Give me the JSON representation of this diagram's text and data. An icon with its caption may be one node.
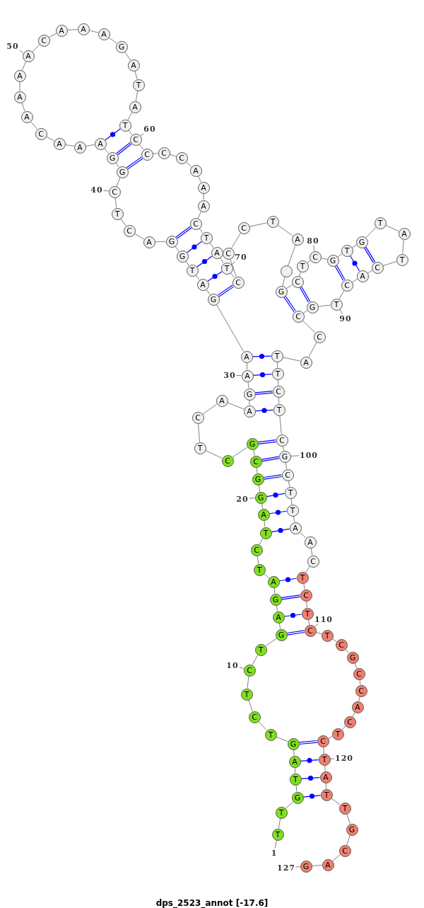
{
  "diagram": {
    "title": "dps_2523_annot [-17.6]",
    "nodes": [
      {
        "text": [
          "T"
        ]
      },
      {
        "text": [
          "T"
        ]
      },
      {
        "text": [
          "G"
        ]
      },
      {
        "text": [
          "T"
        ]
      },
      {
        "text": [
          "A"
        ]
      },
      {
        "text": [
          "G"
        ]
      },
      {
        "text": [
          "T"
        ]
      },
      {
        "text": [
          "C"
        ]
      },
      {
        "text": [
          "T"
        ]
      },
      {
        "text": [
          "C"
        ]
      },
      {
        "text": [
          "T"
        ]
      },
      {
        "text": [
          "G"
        ]
      },
      {
        "text": [
          "A"
        ]
      },
      {
        "text": [
          "G"
        ]
      },
      {
        "text": [
          "A"
        ]
      },
      {
        "text": [
          "T"
        ]
      },
      {
        "text": [
          "C"
        ]
      },
      {
        "text": [
          "T"
        ]
      },
      {
        "text": [
          "A"
        ]
      },
      {
        "text": [
          "G"
        ]
      },
      {
        "text": [
          "G"
        ]
      },
      {
        "text": [
          "C"
        ]
      },
      {
        "text": [
          "G"
        ]
      },
      {
        "text": [
          "C"
        ]
      },
      {
        "text": [
          "T"
        ]
      },
      {
        "text": [
          "C"
        ]
      },
      {
        "text": [
          "A"
        ]
      },
      {
        "text": [
          "A"
        ]
      },
      {
        "text": [
          "G"
        ]
      },
      {
        "text": [
          "A"
        ]
      },
      {
        "text": [
          "A"
        ]
      },
      {
        "text": [
          "G"
        ]
      },
      {
        "text": [
          "A"
        ]
      },
      {
        "text": [
          "T"
        ]
      },
      {
        "text": [
          "G"
        ]
      },
      {
        "text": [
          "G"
        ]
      },
      {
        "text": [
          "A"
        ]
      },
      {
        "text": [
          "C"
        ]
      },
      {
        "text": [
          "T"
        ]
      },
      {
        "text": [
          "C"
        ]
      },
      {
        "text": [
          "G"
        ]
      },
      {
        "text": [
          "G"
        ]
      },
      {
        "text": [
          "A"
        ]
      },
      {
        "text": [
          "A"
        ]
      },
      {
        "text": [
          "A"
        ]
      },
      {
        "text": [
          "C"
        ]
      },
      {
        "text": [
          "A"
        ]
      },
      {
        "text": [
          "A"
        ]
      },
      {
        "text": [
          "A"
        ]
      },
      {
        "text": [
          "A"
        ]
      },
      {
        "text": [
          "C"
        ]
      },
      {
        "text": [
          "A"
        ]
      },
      {
        "text": [
          "A"
        ]
      },
      {
        "text": [
          "A"
        ]
      },
      {
        "text": [
          "G"
        ]
      },
      {
        "text": [
          "A"
        ]
      },
      {
        "text": [
          "T"
        ]
      },
      {
        "text": [
          "A"
        ]
      },
      {
        "text": [
          "T"
        ]
      },
      {
        "text": [
          "C"
        ]
      },
      {
        "text": [
          "C"
        ]
      },
      {
        "text": [
          "C"
        ]
      },
      {
        "text": [
          "C"
        ]
      },
      {
        "text": [
          "A"
        ]
      },
      {
        "text": [
          "A"
        ]
      },
      {
        "text": [
          "A"
        ]
      },
      {
        "text": [
          "C"
        ]
      },
      {
        "text": [
          "T"
        ]
      },
      {
        "text": [
          "A"
        ]
      },
      {
        "text": [
          "T"
        ]
      },
      {
        "text": [
          "C"
        ]
      },
      {
        "text": [
          "C"
        ]
      },
      {
        "text": [
          "C"
        ]
      },
      {
        "text": [
          "T"
        ]
      },
      {
        "text": [
          "A"
        ]
      },
      {
        "text": [],
        "shape": "circle"
      },
      {
        "text": [
          "G"
        ]
      },
      {
        "text": [
          "C"
        ]
      },
      {
        "text": [
          "T"
        ]
      },
      {
        "text": [
          "C"
        ]
      },
      {
        "text": [
          "G"
        ]
      },
      {
        "text": [
          "T"
        ]
      },
      {
        "text": [
          "G"
        ]
      },
      {
        "text": [
          "T"
        ]
      },
      {
        "text": [
          "A"
        ]
      },
      {
        "text": [
          "T"
        ]
      },
      {
        "text": [
          "C"
        ]
      },
      {
        "text": [
          "A"
        ]
      },
      {
        "text": [
          "C"
        ]
      },
      {
        "text": [
          "T"
        ]
      },
      {
        "text": [
          "G"
        ]
      },
      {
        "text": [
          "C"
        ]
      },
      {
        "text": [
          "C"
        ]
      },
      {
        "text": [
          "A"
        ]
      },
      {
        "text": [
          "T"
        ]
      },
      {
        "text": [
          "T"
        ]
      },
      {
        "text": [
          "C"
        ]
      },
      {
        "text": [
          "T"
        ]
      },
      {
        "text": [
          "C"
        ]
      },
      {
        "text": [
          "G"
        ]
      },
      {
        "text": [
          "C"
        ]
      },
      {
        "text": [
          "T"
        ]
      },
      {
        "text": [
          "T"
        ]
      },
      {
        "text": [
          "A"
        ]
      },
      {
        "text": [
          "A"
        ]
      },
      {
        "text": [
          "C"
        ]
      },
      {
        "text": [
          "T"
        ]
      },
      {
        "text": [
          "C"
        ]
      },
      {
        "text": [
          "T"
        ]
      },
      {
        "text": [
          "C"
        ]
      },
      {
        "text": [
          "T"
        ]
      },
      {
        "text": [
          "C"
        ]
      },
      {
        "text": [
          "G"
        ]
      },
      {
        "text": [
          "C"
        ]
      },
      {
        "text": [
          "C"
        ]
      },
      {
        "text": [
          "A"
        ]
      },
      {
        "text": [
          "C"
        ]
      },
      {
        "text": [
          "T"
        ]
      },
      {
        "text": [
          "C"
        ]
      },
      {
        "text": [
          "T"
        ]
      },
      {
        "text": [
          "A"
        ]
      },
      {
        "text": [
          "T"
        ]
      },
      {
        "text": [
          "T"
        ]
      },
      {
        "text": [
          "G"
        ]
      },
      {
        "text": [
          "C"
        ]
      },
      {
        "text": [
          "A"
        ]
      },
      {
        "text": [
          "G"
        ]
      },
      {
        "text": [
          "1"
        ]
      },
      {
        "text": [
          "10"
        ]
      },
      {
        "text": [
          "20"
        ]
      },
      {
        "text": [
          "30"
        ]
      },
      {
        "text": [
          "40"
        ]
      },
      {
        "text": [
          "50"
        ]
      },
      {
        "text": [
          "60"
        ]
      },
      {
        "text": [
          "70"
        ]
      },
      {
        "text": [
          "80"
        ]
      },
      {
        "text": [
          "90"
        ]
      },
      {
        "text": [
          "100"
        ]
      },
      {
        "text": [
          "110"
        ]
      },
      {
        "text": [
          "120"
        ]
      },
      {
        "text": [
          "127"
        ]
      }
    ],
    "edges": [
      {
        "from": 0,
        "to": 1,
        "arrow": "none"
      },
      {
        "from": 1,
        "to": 2,
        "arrow": "none"
      },
      {
        "from": 2,
        "to": 3,
        "arrow": "none"
      },
      {
        "from": 3,
        "to": 4,
        "arrow": "none"
      },
      {
        "from": 4,
        "to": 5,
        "arrow": "none"
      },
      {
        "from": 5,
        "to": 6,
        "arrow": "none"
      },
      {
        "from": 6,
        "to": 7,
        "arrow": "none"
      },
      {
        "from": 7,
        "to": 8,
        "arrow": "none"
      },
      {
        "from": 8,
        "to": 9,
        "arrow": "none"
      },
      {
        "from": 9,
        "to": 10,
        "arrow": "none"
      },
      {
        "from": 10,
        "to": 11,
        "arrow": "none"
      },
      {
        "from": 11,
        "to": 12,
        "arrow": "none"
      },
      {
        "from": 12,
        "to": 13,
        "arrow": "none"
      },
      {
        "from": 13,
        "to": 14,
        "arrow": "none"
      },
      {
        "from": 14,
        "to": 15,
        "arrow": "none"
      },
      {
        "from": 15,
        "to": 16,
        "arrow": "none"
      },
      {
        "from": 16,
        "to": 17,
        "arrow": "none"
      },
      {
        "from": 17,
        "to": 18,
        "arrow": "none"
      },
      {
        "from": 18,
        "to": 19,
        "arrow": "none"
      },
      {
        "from": 19,
        "to": 20,
        "arrow": "none"
      },
      {
        "from": 20,
        "to": 21,
        "arrow": "none"
      },
      {
        "from": 21,
        "to": 22,
        "arrow": "none"
      },
      {
        "from": 22,
        "to": 23,
        "arrow": "none"
      },
      {
        "from": 23,
        "to": 24,
        "arrow": "none"
      },
      {
        "from": 24,
        "to": 25,
        "arrow": "none"
      },
      {
        "from": 25,
        "to": 26,
        "arrow": "none"
      },
      {
        "from": 26,
        "to": 27,
        "arrow": "none"
      },
      {
        "from": 27,
        "to": 28,
        "arrow": "none"
      },
      {
        "from": 28,
        "to": 29,
        "arrow": "none"
      },
      {
        "from": 29,
        "to": 30,
        "arrow": "none"
      },
      {
        "from": 30,
        "to": 31,
        "arrow": "none"
      },
      {
        "from": 31,
        "to": 32,
        "arrow": "none"
      },
      {
        "from": 32,
        "to": 33,
        "arrow": "none"
      },
      {
        "from": 33,
        "to": 34,
        "arrow": "none"
      },
      {
        "from": 34,
        "to": 35,
        "arrow": "none"
      },
      {
        "from": 35,
        "to": 36,
        "arrow": "none"
      },
      {
        "from": 36,
        "to": 37,
        "arrow": "none"
      },
      {
        "from": 37,
        "to": 38,
        "arrow": "none"
      },
      {
        "from": 38,
        "to": 39,
        "arrow": "none"
      },
      {
        "from": 39,
        "to": 40,
        "arrow": "none"
      },
      {
        "from": 40,
        "to": 41,
        "arrow": "none"
      },
      {
        "from": 41,
        "to": 42,
        "arrow": "none"
      },
      {
        "from": 42,
        "to": 43,
        "arrow": "none"
      },
      {
        "from": 43,
        "to": 44,
        "arrow": "none"
      },
      {
        "from": 44,
        "to": 45,
        "arrow": "none"
      },
      {
        "from": 45,
        "to": 46,
        "arrow": "none"
      },
      {
        "from": 46,
        "to": 47,
        "arrow": "none"
      },
      {
        "from": 47,
        "to": 48,
        "arrow": "none"
      },
      {
        "from": 48,
        "to": 49,
        "arrow": "none"
      },
      {
        "from": 49,
        "to": 50,
        "arrow": "none"
      },
      {
        "from": 50,
        "to": 51,
        "arrow": "none"
      },
      {
        "from": 51,
        "to": 52,
        "arrow": "none"
      },
      {
        "from": 52,
        "to": 53,
        "arrow": "none"
      },
      {
        "from": 53,
        "to": 54,
        "arrow": "none"
      },
      {
        "from": 54,
        "to": 55,
        "arrow": "none"
      },
      {
        "from": 55,
        "to": 56,
        "arrow": "none"
      },
      {
        "from": 56,
        "to": 57,
        "arrow": "none"
      },
      {
        "from": 57,
        "to": 58,
        "arrow": "none"
      },
      {
        "from": 58,
        "to": 59,
        "arrow": "none"
      },
      {
        "from": 59,
        "to": 60,
        "arrow": "none"
      },
      {
        "from": 60,
        "to": 61,
        "arrow": "none"
      },
      {
        "from": 61,
        "to": 62,
        "arrow": "none"
      },
      {
        "from": 62,
        "to": 63,
        "arrow": "none"
      },
      {
        "from": 63,
        "to": 64,
        "arrow": "none"
      },
      {
        "from": 64,
        "to": 65,
        "arrow": "none"
      },
      {
        "from": 65,
        "to": 66,
        "arrow": "none"
      },
      {
        "from": 66,
        "to": 67,
        "arrow": "none"
      },
      {
        "from": 67,
        "to": 68,
        "arrow": "none"
      },
      {
        "from": 68,
        "to": 69,
        "arrow": "none"
      },
      {
        "from": 69,
        "to": 70,
        "arrow": "none"
      },
      {
        "from": 70,
        "to": 71,
        "arrow": "none"
      },
      {
        "from": 71,
        "to": 72,
        "arrow": "none"
      },
      {
        "from": 72,
        "to": 73,
        "arrow": "none"
      },
      {
        "from": 73,
        "to": 74,
        "arrow": "none"
      },
      {
        "from": 74,
        "to": 75,
        "arrow": "none"
      },
      {
        "from": 75,
        "to": 76,
        "arrow": "none"
      },
      {
        "from": 76,
        "to": 77,
        "arrow": "none"
      },
      {
        "from": 77,
        "to": 78,
        "arrow": "none"
      },
      {
        "from": 78,
        "to": 79,
        "arrow": "none"
      },
      {
        "from": 79,
        "to": 80,
        "arrow": "none"
      },
      {
        "from": 80,
        "to": 81,
        "arrow": "none"
      },
      {
        "from": 81,
        "to": 82,
        "arrow": "none"
      },
      {
        "from": 82,
        "to": 83,
        "arrow": "none"
      },
      {
        "from": 83,
        "to": 84,
        "arrow": "none"
      },
      {
        "from": 84,
        "to": 85,
        "arrow": "none"
      },
      {
        "from": 85,
        "to": 86,
        "arrow": "none"
      },
      {
        "from": 86,
        "to": 87,
        "arrow": "none"
      },
      {
        "from": 87,
        "to": 88,
        "arrow": "none"
      },
      {
        "from": 88,
        "to": 89,
        "arrow": "none"
      },
      {
        "from": 89,
        "to": 90,
        "arrow": "none"
      },
      {
        "from": 90,
        "to": 91,
        "arrow": "none"
      },
      {
        "from": 91,
        "to": 92,
        "arrow": "none"
      },
      {
        "from": 92,
        "to": 93,
        "arrow": "none"
      },
      {
        "from": 93,
        "to": 94,
        "arrow": "none"
      },
      {
        "from": 94,
        "to": 95,
        "arrow": "none"
      },
      {
        "from": 95,
        "to": 96,
        "arrow": "none"
      },
      {
        "from": 96,
        "to": 97,
        "arrow": "none"
      },
      {
        "from": 97,
        "to": 98,
        "arrow": "none"
      },
      {
        "from": 98,
        "to": 99,
        "arrow": "none"
      },
      {
        "from": 99,
        "to": 100,
        "arrow": "none"
      },
      {
        "from": 100,
        "to": 101,
        "arrow": "none"
      },
      {
        "from": 101,
        "to": 102,
        "arrow": "none"
      },
      {
        "from": 102,
        "to": 103,
        "arrow": "none"
      },
      {
        "from": 103,
        "to": 104,
        "arrow": "none"
      },
      {
        "from": 104,
        "to": 105,
        "arrow": "none"
      },
      {
        "from": 105,
        "to": 106,
        "arrow": "none"
      },
      {
        "from": 106,
        "to": 107,
        "arrow": "none"
      },
      {
        "from": 107,
        "to": 108,
        "arrow": "none"
      },
      {
        "from": 108,
        "to": 109,
        "arrow": "none"
      },
      {
        "from": 109,
        "to": 110,
        "arrow": "none"
      },
      {
        "from": 110,
        "to": 111,
        "arrow": "none"
      },
      {
        "from": 111,
        "to": 112,
        "arrow": "none"
      },
      {
        "from": 112,
        "to": 113,
        "arrow": "none"
      },
      {
        "from": 113,
        "to": 114,
        "arrow": "none"
      },
      {
        "from": 114,
        "to": 115,
        "arrow": "none"
      },
      {
        "from": 115,
        "to": 116,
        "arrow": "none"
      },
      {
        "from": 116,
        "to": 117,
        "arrow": "none"
      },
      {
        "from": 117,
        "to": 118,
        "arrow": "none"
      },
      {
        "from": 118,
        "to": 119,
        "arrow": "none"
      },
      {
        "from": 119,
        "to": 120,
        "arrow": "none"
      },
      {
        "from": 120,
        "to": 121,
        "arrow": "none"
      },
      {
        "from": 121,
        "to": 122,
        "arrow": "none"
      },
      {
        "from": 122,
        "to": 123,
        "arrow": "none"
      },
      {
        "from": 123,
        "to": 124,
        "arrow": "none"
      },
      {
        "from": 124,
        "to": 125,
        "arrow": "none"
      },
      {
        "from": 125,
        "to": 126,
        "arrow": "none"
      },
      {
        "from": 2,
        "to": 121,
        "arrow": "none",
        "color": "#0000ff"
      },
      {
        "from": 3,
        "to": 120,
        "arrow": "none",
        "color": "#0000ff"
      },
      {
        "from": 4,
        "to": 119,
        "arrow": "none",
        "color": "#0000ff"
      },
      {
        "from": 5,
        "to": 118,
        "arrow": "none",
        "color": "#0000ff"
      },
      {
        "from": 5,
        "to": 118,
        "arrow": "none",
        "color": "#0000ff"
      },
      {
        "from": 11,
        "to": 109,
        "arrow": "none",
        "color": "#0000ff"
      },
      {
        "from": 11,
        "to": 109,
        "arrow": "none",
        "color": "#0000ff"
      },
      {
        "from": 12,
        "to": 108,
        "arrow": "none",
        "color": "#0000ff"
      },
      {
        "from": 13,
        "to": 107,
        "arrow": "none",
        "color": "#0000ff"
      },
      {
        "from": 13,
        "to": 107,
        "arrow": "none",
        "color": "#0000ff"
      },
      {
        "from": 14,
        "to": 106,
        "arrow": "none",
        "color": "#0000ff"
      },
      {
        "from": 17,
        "to": 103,
        "arrow": "none",
        "color": "#0000ff"
      },
      {
        "from": 18,
        "to": 102,
        "arrow": "none",
        "color": "#0000ff"
      },
      {
        "from": 19,
        "to": 101,
        "arrow": "none",
        "color": "#0000ff"
      },
      {
        "from": 20,
        "to": 100,
        "arrow": "none",
        "color": "#0000ff"
      },
      {
        "from": 20,
        "to": 100,
        "arrow": "none",
        "color": "#0000ff"
      },
      {
        "from": 21,
        "to": 99,
        "arrow": "none",
        "color": "#0000ff"
      },
      {
        "from": 21,
        "to": 99,
        "arrow": "none",
        "color": "#0000ff"
      },
      {
        "from": 22,
        "to": 98,
        "arrow": "none",
        "color": "#0000ff"
      },
      {
        "from": 22,
        "to": 98,
        "arrow": "none",
        "color": "#0000ff"
      },
      {
        "from": 27,
        "to": 97,
        "arrow": "none",
        "color": "#0000ff"
      },
      {
        "from": 28,
        "to": 96,
        "arrow": "none",
        "color": "#0000ff"
      },
      {
        "from": 28,
        "to": 96,
        "arrow": "none",
        "color": "#0000ff"
      },
      {
        "from": 29,
        "to": 95,
        "arrow": "none",
        "color": "#0000ff"
      },
      {
        "from": 30,
        "to": 94,
        "arrow": "none",
        "color": "#0000ff"
      },
      {
        "from": 31,
        "to": 70,
        "arrow": "none",
        "color": "#0000ff"
      },
      {
        "from": 31,
        "to": 70,
        "arrow": "none",
        "color": "#0000ff"
      },
      {
        "from": 32,
        "to": 69,
        "arrow": "none",
        "color": "#0000ff"
      },
      {
        "from": 33,
        "to": 68,
        "arrow": "none",
        "color": "#0000ff"
      },
      {
        "from": 34,
        "to": 67,
        "arrow": "none",
        "color": "#0000ff"
      },
      {
        "from": 35,
        "to": 66,
        "arrow": "none",
        "color": "#0000ff"
      },
      {
        "from": 35,
        "to": 66,
        "arrow": "none",
        "color": "#0000ff"
      },
      {
        "from": 40,
        "to": 60,
        "arrow": "none",
        "color": "#0000ff"
      },
      {
        "from": 40,
        "to": 60,
        "arrow": "none",
        "color": "#0000ff"
      },
      {
        "from": 41,
        "to": 59,
        "arrow": "none",
        "color": "#0000ff"
      },
      {
        "from": 41,
        "to": 59,
        "arrow": "none",
        "color": "#0000ff"
      },
      {
        "from": 42,
        "to": 58,
        "arrow": "none",
        "color": "#0000ff"
      },
      {
        "from": 76,
        "to": 91,
        "arrow": "none",
        "color": "#0000ff"
      },
      {
        "from": 76,
        "to": 91,
        "arrow": "none",
        "color": "#0000ff"
      },
      {
        "from": 77,
        "to": 90,
        "arrow": "none",
        "color": "#0000ff"
      },
      {
        "from": 77,
        "to": 90,
        "arrow": "none",
        "color": "#0000ff"
      },
      {
        "from": 80,
        "to": 88,
        "arrow": "none",
        "color": "#0000ff"
      },
      {
        "from": 80,
        "to": 88,
        "arrow": "none",
        "color": "#0000ff"
      },
      {
        "from": 81,
        "to": 87,
        "arrow": "none",
        "color": "#0000ff"
      },
      {
        "from": 82,
        "to": 86,
        "arrow": "none",
        "color": "#0000ff"
      },
      {
        "from": 82,
        "to": 86,
        "arrow": "none",
        "color": "#0000ff"
      },
      {
        "from": 127,
        "to": 0,
        "arrow": "none"
      },
      {
        "from": 128,
        "to": 9,
        "arrow": "none"
      },
      {
        "from": 129,
        "to": 19,
        "arrow": "none"
      },
      {
        "from": 130,
        "to": 29,
        "arrow": "none"
      },
      {
        "from": 131,
        "to": 39,
        "arrow": "none"
      },
      {
        "from": 132,
        "to": 49,
        "arrow": "none"
      },
      {
        "from": 133,
        "to": 59,
        "arrow": "none"
      },
      {
        "from": 134,
        "to": 69,
        "arrow": "none"
      },
      {
        "from": 135,
        "to": 79,
        "arrow": "none"
      },
      {
        "from": 136,
        "to": 89,
        "arrow": "none"
      },
      {
        "from": 137,
        "to": 99,
        "arrow": "none"
      },
      {
        "from": 138,
        "to": 109,
        "arrow": "none"
      },
      {
        "from": 139,
        "to": 119,
        "arrow": "none"
      },
      {
        "from": 140,
        "to": 126,
        "arrow": "none"
      }
    ]
  }
}
